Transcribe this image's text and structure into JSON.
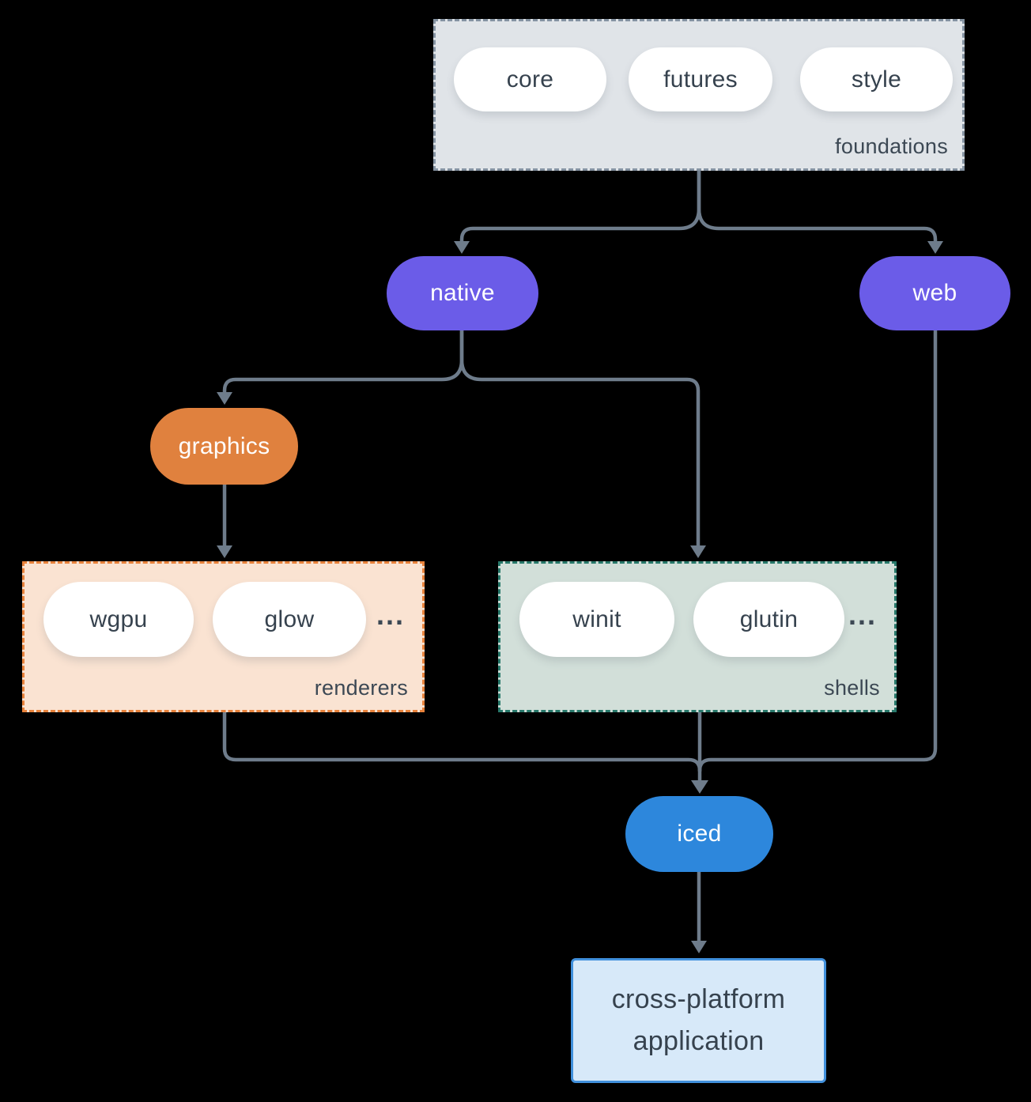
{
  "colors": {
    "bg": "#000000",
    "connector": "#6e7c8b",
    "pill-text-dark": "#36424e",
    "label-text": "#3c4854",
    "purple": "#6b5ce8",
    "orange": "#e0813e",
    "blue": "#2d87dc",
    "foundations-fill": "#e0e4e8",
    "foundations-border": "#8593a2",
    "renderers-fill": "#fae3d2",
    "renderers-border": "#e8823b",
    "shells-fill": "#d2dfd9",
    "shells-border": "#27786a",
    "app-fill": "#d7e9f9",
    "app-border": "#4190dc"
  },
  "groups": {
    "foundations": {
      "label": "foundations",
      "items": [
        "core",
        "futures",
        "style"
      ]
    },
    "renderers": {
      "label": "renderers",
      "items": [
        "wgpu",
        "glow"
      ],
      "ellipsis": "..."
    },
    "shells": {
      "label": "shells",
      "items": [
        "winit",
        "glutin"
      ],
      "ellipsis": "..."
    }
  },
  "nodes": {
    "native": "native",
    "web": "web",
    "graphics": "graphics",
    "iced": "iced",
    "application": {
      "line1": "cross-platform",
      "line2": "application"
    }
  }
}
